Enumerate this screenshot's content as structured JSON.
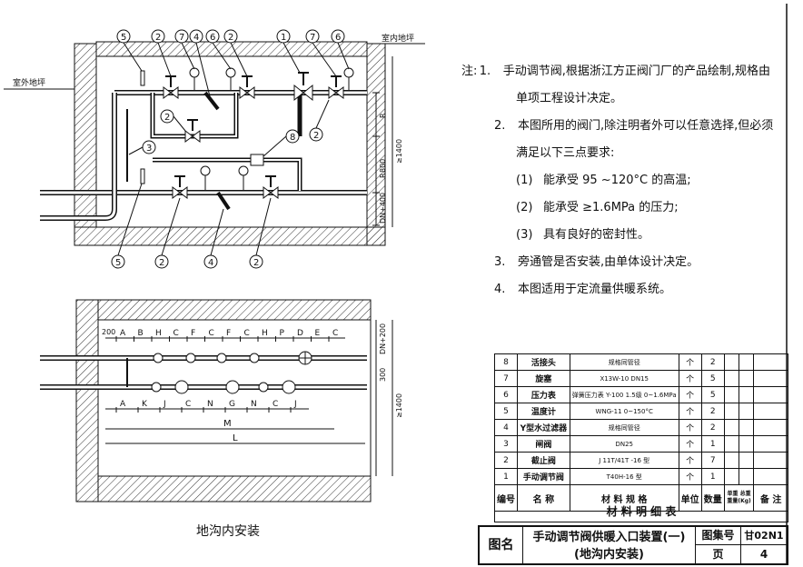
{
  "labels": {
    "outdoor_ground": "室外地坪",
    "indoor_ground": "室内地坪",
    "dim_R1": "R",
    "dim_R2": "R",
    "dim_800": "800",
    "dim_1400a": "≥1400",
    "dim_DN400": "DN+400",
    "dim_200": "200",
    "dim_DN200": "DN+200",
    "dim_300": "300",
    "dim_1400b": "≥1400",
    "dim_M": "M",
    "dim_L": "L",
    "caption": "地沟内安装"
  },
  "elev_callouts": {
    "top": [
      "5",
      "2",
      "7",
      "4",
      "6",
      "2",
      "1",
      "7",
      "6"
    ],
    "left_mid": "2",
    "left_low": "3",
    "right_mid": "8",
    "right_top": "2",
    "bottom": [
      "5",
      "2",
      "4",
      "2"
    ]
  },
  "plan_top_letters": [
    "A",
    "B",
    "H",
    "C",
    "F",
    "C",
    "F",
    "C",
    "H",
    "P",
    "D",
    "E",
    "C"
  ],
  "plan_bottom_letters": [
    "A",
    "K",
    "J",
    "C",
    "N",
    "G",
    "N",
    "C",
    "J"
  ],
  "notes": {
    "lead": "注:",
    "items": [
      {
        "num": "1.",
        "lines": [
          "手动调节阀,根据浙江方正阀门厂的产品绘制,规格由",
          "单项工程设计决定。"
        ]
      },
      {
        "num": "2.",
        "lines": [
          "本图所用的阀门,除注明者外可以任意选择,但必须",
          "满足以下三点要求:"
        ]
      },
      {
        "num": "(1)",
        "lines": [
          "能承受 95 ~120°C 的高温;"
        ]
      },
      {
        "num": "(2)",
        "lines": [
          "能承受 ≥1.6MPa 的压力;"
        ]
      },
      {
        "num": "(3)",
        "lines": [
          "具有良好的密封性。"
        ]
      },
      {
        "num": "3.",
        "lines": [
          "旁通管是否安装,由单体设计决定。"
        ]
      },
      {
        "num": "4.",
        "lines": [
          "本图适用于定流量供暖系统。"
        ]
      }
    ]
  },
  "materials": {
    "rows": [
      {
        "no": "8",
        "name": "活接头",
        "spec": "规格同管径",
        "unit": "个",
        "qty": "2"
      },
      {
        "no": "7",
        "name": "旋塞",
        "spec": "X13W-10 DN15",
        "unit": "个",
        "qty": "5"
      },
      {
        "no": "6",
        "name": "压力表",
        "spec": "弹簧压力表 Y-100 1.5级 0~1.6MPa",
        "unit": "个",
        "qty": "5"
      },
      {
        "no": "5",
        "name": "温度计",
        "spec": "WNG-11 0~150°C",
        "unit": "个",
        "qty": "2"
      },
      {
        "no": "4",
        "name": "Y型水过滤器",
        "spec": "规格同管径",
        "unit": "个",
        "qty": "2"
      },
      {
        "no": "3",
        "name": "闸阀",
        "spec": "DN25",
        "unit": "个",
        "qty": "1"
      },
      {
        "no": "2",
        "name": "截止阀",
        "spec": "J 11T/41T -16 型",
        "unit": "个",
        "qty": "7"
      },
      {
        "no": "1",
        "name": "手动调节阀",
        "spec": "T40H-16 型",
        "unit": "个",
        "qty": "1"
      }
    ],
    "header": {
      "no": "编号",
      "name": "名 称",
      "spec": "材 料 规 格",
      "unit": "单位",
      "qty": "数量",
      "w1": "单重",
      "w2": "总重",
      "wunit": "重量(Kg)",
      "remark": "备 注"
    },
    "title": "材 料 明 细 表"
  },
  "titleblock": {
    "label": "图名",
    "title_line1": "手动调节阀供暖入口装置(一)",
    "title_line2": "(地沟内安装)",
    "atlas_label": "图集号",
    "atlas_no": "甘02N1",
    "page_label": "页",
    "page_no": "4"
  }
}
